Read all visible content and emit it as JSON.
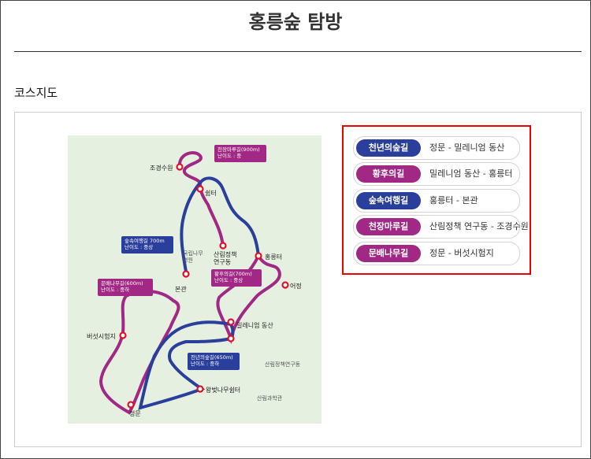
{
  "page": {
    "title": "홍릉숲 탐방",
    "section_heading": "코스지도"
  },
  "legend": [
    {
      "name": "천년의숲길",
      "route": "정문 - 밀레니엄 동산",
      "color": "#2a3f9c"
    },
    {
      "name": "황후의길",
      "route": "밀레니엄 동산 - 홍릉터",
      "color": "#a12885"
    },
    {
      "name": "숲속여행길",
      "route": "홍릉터 - 본관",
      "color": "#2a3f9c"
    },
    {
      "name": "천장마루길",
      "route": "산림정책 연구동 - 조경수원",
      "color": "#a12885"
    },
    {
      "name": "문배나무길",
      "route": "정문 - 버섯시험지",
      "color": "#a12885"
    }
  ],
  "map": {
    "colors": {
      "blue_route": "#2a3f9c",
      "purple_route": "#a12885",
      "background": "#e5f0e0",
      "stop": "#e0102a"
    },
    "stops": {
      "jogyeongsuwon": "조경수원",
      "swimteo": "쉼터",
      "forest_policy_center": "산림정책\n연구동",
      "hongneungteo": "홍릉터",
      "eojeong": "어정",
      "bongwan": "본관",
      "mushroom_site": "버섯시험지",
      "millennium_garden": "밀레니엄 동산",
      "cherry_rest": "왕벚나무쉼터",
      "main_gate": "정문"
    },
    "places": {
      "national_tree_hospital": "국립나무\n병원",
      "forest_policy_building": "산림정책연구동",
      "forest_science_hall": "산림과학관"
    },
    "callouts": {
      "ceiling": {
        "text": "천장마루길(900m)\n난이도 : 중",
        "color": "#a12885"
      },
      "forest_travel": {
        "text": "숲속여행길 700m\n난이도 : 중상",
        "color": "#2a3f9c"
      },
      "empress": {
        "text": "황후의길(700m)\n난이도 : 중상",
        "color": "#a12885"
      },
      "munbae": {
        "text": "문배나무길(600m)\n난이도 : 중하",
        "color": "#a12885"
      },
      "millennium": {
        "text": "천년의숲길(650m)\n난이도 : 중하",
        "color": "#2a3f9c"
      }
    }
  }
}
